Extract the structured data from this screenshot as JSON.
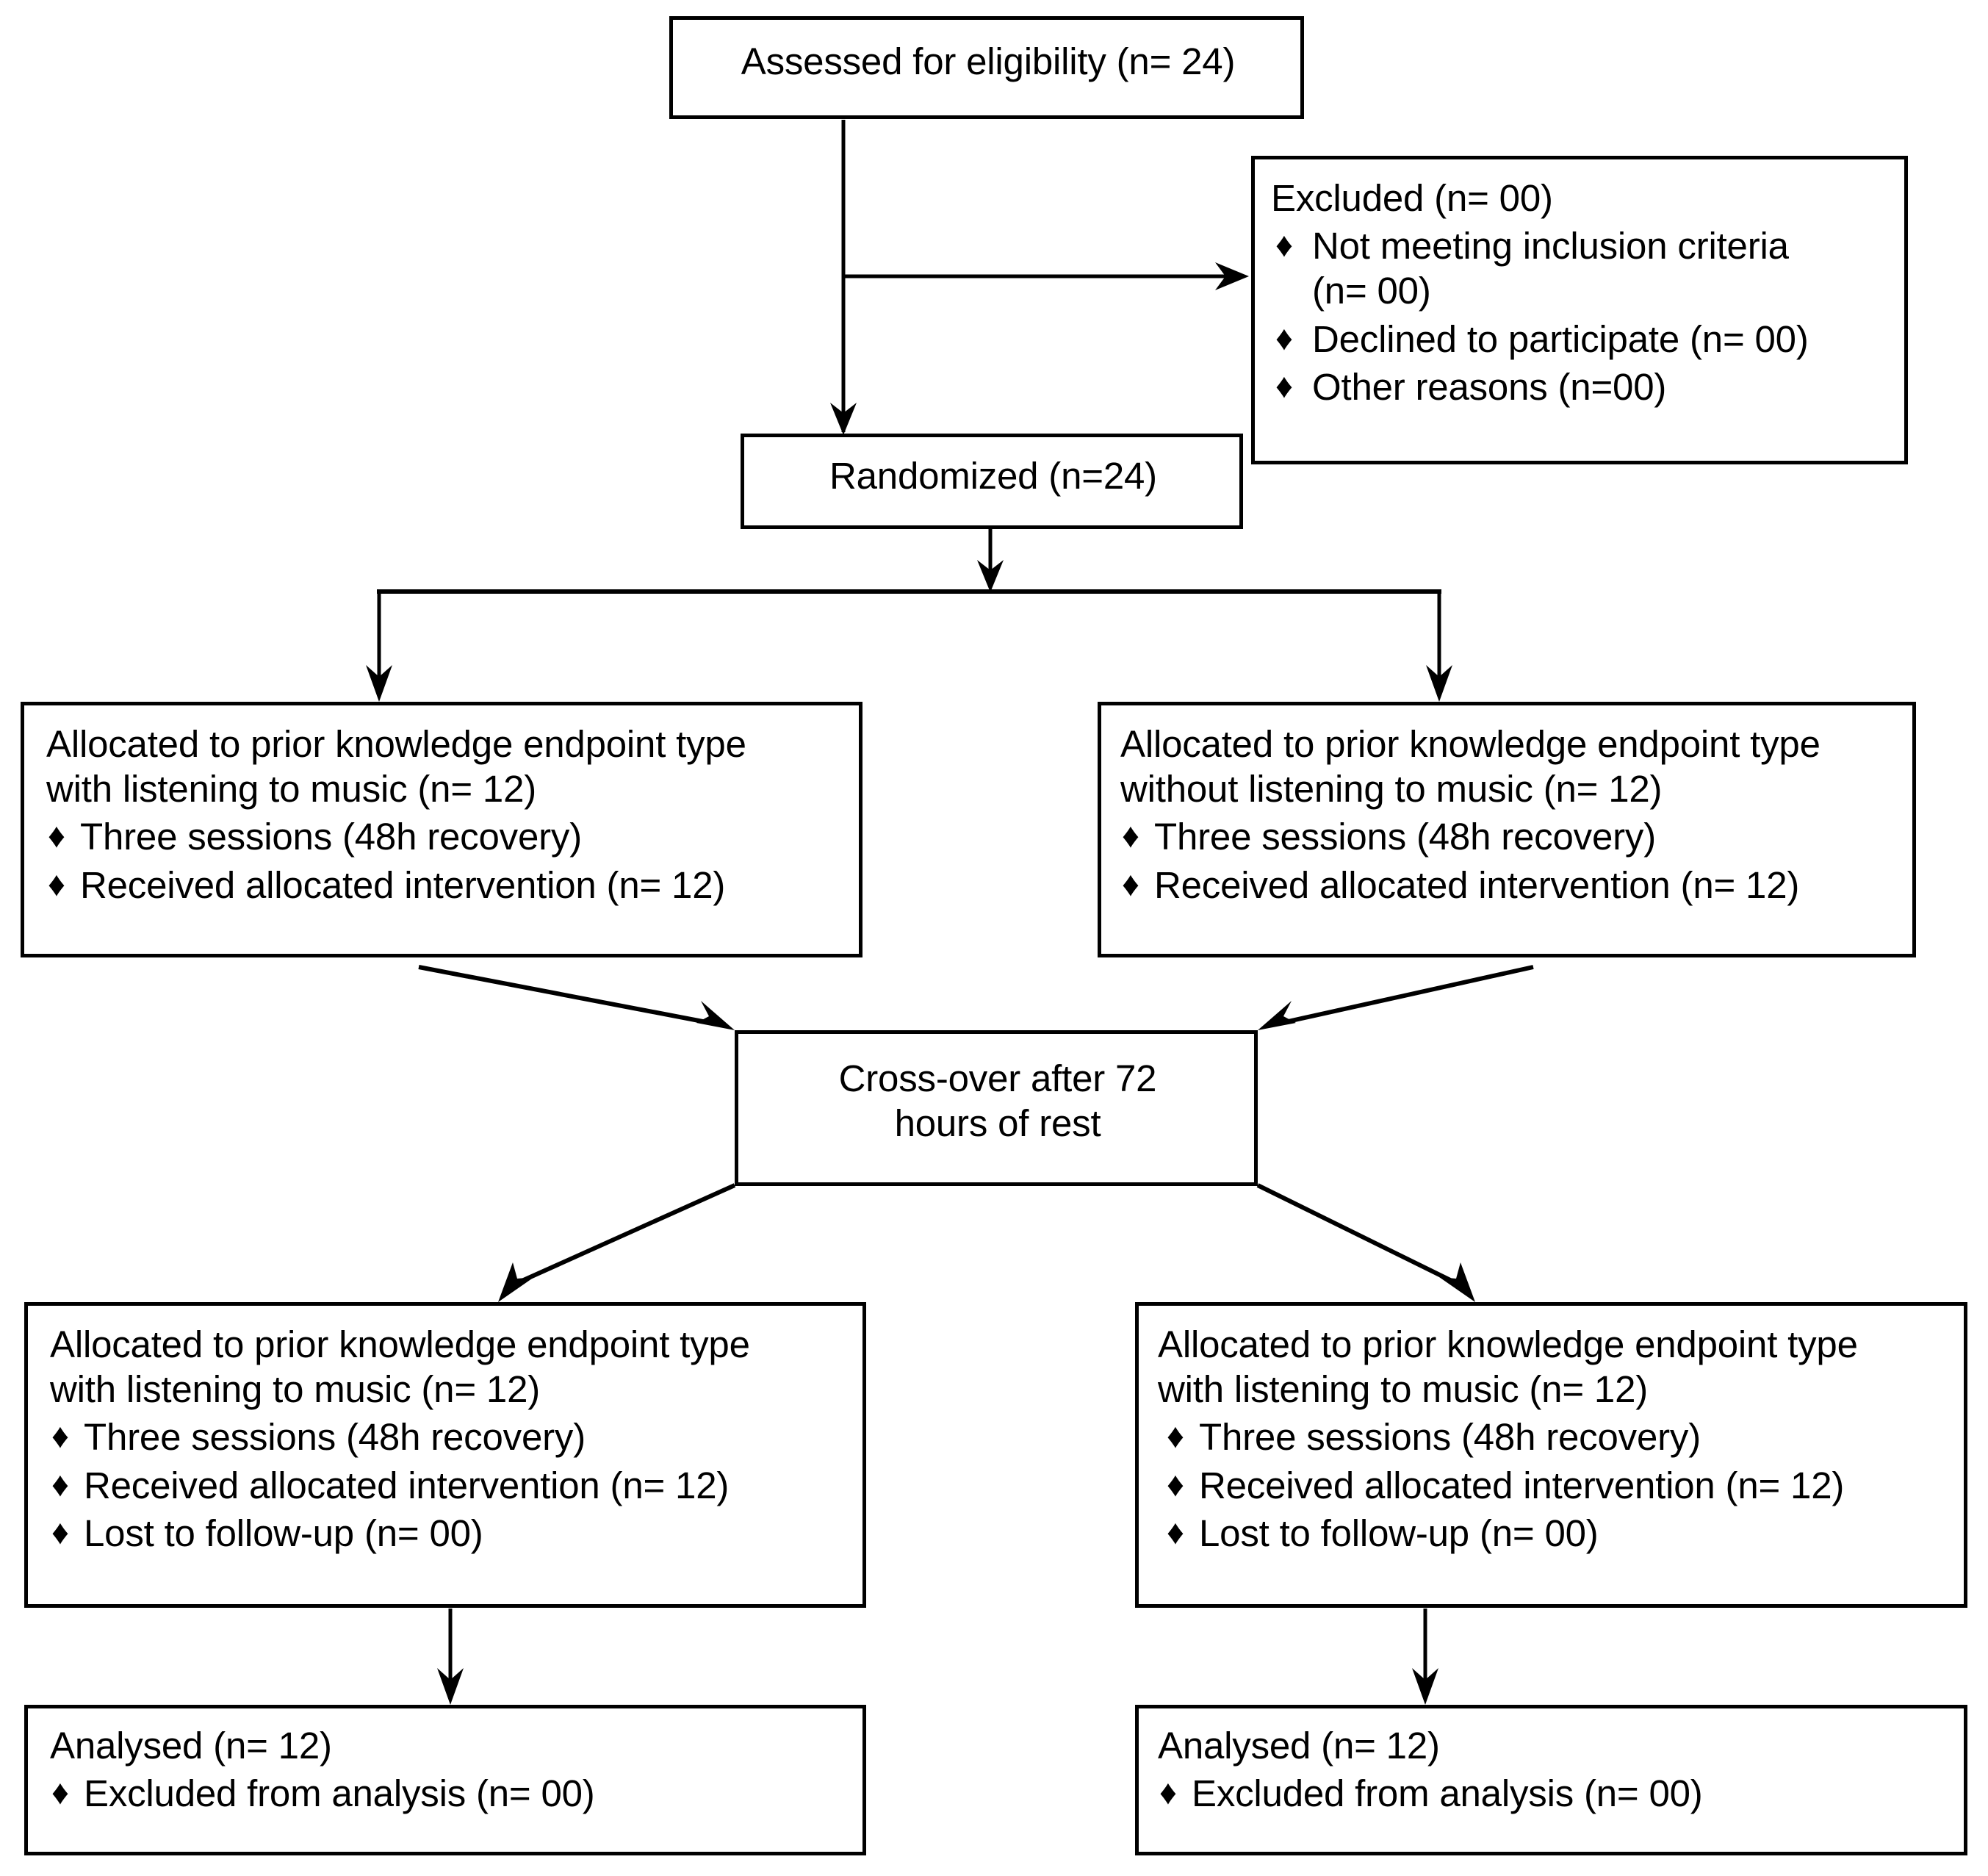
{
  "diagram": {
    "type": "consort-flow-diagram",
    "bullet_glyph": "♦",
    "line_color": "#000000",
    "background": "#ffffff"
  },
  "nodes": {
    "eligibility": {
      "title": "Assessed for eligibility (n= 24)",
      "bullets": []
    },
    "excluded": {
      "title": "Excluded (n= 00)",
      "bullets": [
        "Not meeting inclusion criteria\n(n= 00)",
        "Declined to participate (n= 00)",
        "Other reasons (n=00)"
      ]
    },
    "randomized": {
      "title": "Randomized (n=24)",
      "bullets": []
    },
    "alloc_left": {
      "title": "Allocated to prior knowledge endpoint type\nwith listening to music (n= 12)",
      "bullets": [
        "Three sessions (48h recovery)",
        "Received allocated intervention (n= 12)"
      ]
    },
    "alloc_right": {
      "title": "Allocated to prior knowledge endpoint type\nwithout listening to music (n= 12)",
      "bullets": [
        "Three sessions (48h recovery)",
        "Received allocated intervention (n= 12)"
      ]
    },
    "crossover": {
      "title": "Cross-over after 72\nhours of rest",
      "bullets": []
    },
    "alloc_left2": {
      "title": "Allocated to prior knowledge endpoint type\nwith listening to music (n= 12)",
      "bullets": [
        "Three sessions (48h recovery)",
        "Received allocated intervention (n= 12)",
        "Lost to follow-up (n= 00)"
      ]
    },
    "alloc_right2": {
      "title": "Allocated to prior knowledge endpoint type\nwith listening to music (n= 12)",
      "bullets": [
        "Three sessions (48h recovery)",
        "Received allocated intervention (n= 12)",
        "Lost to follow-up (n= 00)"
      ]
    },
    "analysed_left": {
      "title": "Analysed (n= 12)",
      "bullets": [
        "Excluded from analysis (n= 00)"
      ]
    },
    "analysed_right": {
      "title": "Analysed (n= 12)",
      "bullets": [
        "Excluded from analysis (n= 00)"
      ]
    }
  }
}
